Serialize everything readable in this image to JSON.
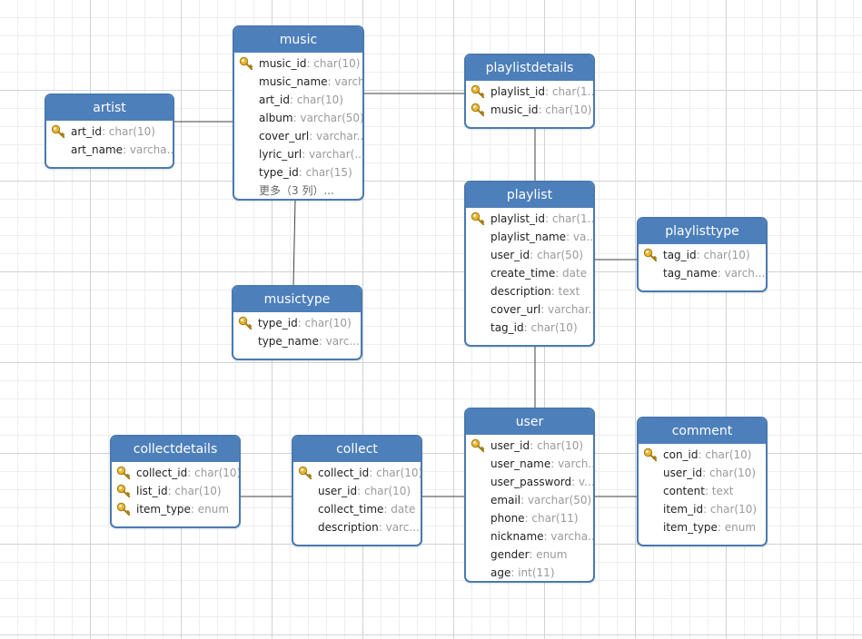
{
  "colors": {
    "header": "#4d7fba",
    "border": "#4a7ab0",
    "field_type": "#9a9a9a",
    "key": "#e8b731",
    "line": "#404040"
  },
  "entities": {
    "music": {
      "title": "music",
      "fields": [
        {
          "name": "music_id",
          "type": ": char(10)",
          "key": true
        },
        {
          "name": "music_name",
          "type": ": varcha..."
        },
        {
          "name": "art_id",
          "type": ": char(10)"
        },
        {
          "name": "album",
          "type": ": varchar(50)"
        },
        {
          "name": "cover_url",
          "type": ": varchar..."
        },
        {
          "name": "lyric_url",
          "type": ": varchar(..."
        },
        {
          "name": "type_id",
          "type": ": char(15)"
        }
      ],
      "more": "更多（3 列）..."
    },
    "artist": {
      "title": "artist",
      "fields": [
        {
          "name": "art_id",
          "type": ": char(10)",
          "key": true
        },
        {
          "name": "art_name",
          "type": ": varcha..."
        }
      ]
    },
    "playlistdetails": {
      "title": "playlistdetails",
      "fields": [
        {
          "name": "playlist_id",
          "type": ": char(1...",
          "key": true
        },
        {
          "name": "music_id",
          "type": ": char(10)",
          "key": true
        }
      ]
    },
    "playlist": {
      "title": "playlist",
      "fields": [
        {
          "name": "playlist_id",
          "type": ": char(1...",
          "key": true
        },
        {
          "name": "playlist_name",
          "type": ": va..."
        },
        {
          "name": "user_id",
          "type": ": char(50)"
        },
        {
          "name": "create_time",
          "type": ": date"
        },
        {
          "name": "description",
          "type": ": text"
        },
        {
          "name": "cover_url",
          "type": ": varchar..."
        },
        {
          "name": "tag_id",
          "type": ": char(10)"
        }
      ]
    },
    "playlisttype": {
      "title": "playlisttype",
      "fields": [
        {
          "name": "tag_id",
          "type": ": char(10)",
          "key": true
        },
        {
          "name": "tag_name",
          "type": ": varch..."
        }
      ]
    },
    "musictype": {
      "title": "musictype",
      "fields": [
        {
          "name": "type_id",
          "type": ": char(10)",
          "key": true
        },
        {
          "name": "type_name",
          "type": ": varc..."
        }
      ]
    },
    "user": {
      "title": "user",
      "fields": [
        {
          "name": "user_id",
          "type": ": char(10)",
          "key": true
        },
        {
          "name": "user_name",
          "type": ": varch..."
        },
        {
          "name": "user_password",
          "type": ": v..."
        },
        {
          "name": "email",
          "type": ": varchar(50)"
        },
        {
          "name": "phone",
          "type": ": char(11)"
        },
        {
          "name": "nickname",
          "type": ": varcha..."
        },
        {
          "name": "gender",
          "type": ": enum"
        },
        {
          "name": "age",
          "type": ": int(11)"
        }
      ]
    },
    "comment": {
      "title": "comment",
      "fields": [
        {
          "name": "con_id",
          "type": ": char(10)",
          "key": true
        },
        {
          "name": "user_id",
          "type": ": char(10)"
        },
        {
          "name": "content",
          "type": ": text"
        },
        {
          "name": "item_id",
          "type": ": char(10)"
        },
        {
          "name": "item_type",
          "type": ": enum"
        }
      ]
    },
    "collect": {
      "title": "collect",
      "fields": [
        {
          "name": "collect_id",
          "type": ": char(10)",
          "key": true
        },
        {
          "name": "user_id",
          "type": ": char(10)"
        },
        {
          "name": "collect_time",
          "type": ": date"
        },
        {
          "name": "description",
          "type": ": varc..."
        }
      ]
    },
    "collectdetails": {
      "title": "collectdetails",
      "fields": [
        {
          "name": "collect_id",
          "type": ": char(10)",
          "key": true
        },
        {
          "name": "list_id",
          "type": ": char(10)",
          "key": true
        },
        {
          "name": "item_type",
          "type": ": enum",
          "key": true
        }
      ]
    }
  }
}
